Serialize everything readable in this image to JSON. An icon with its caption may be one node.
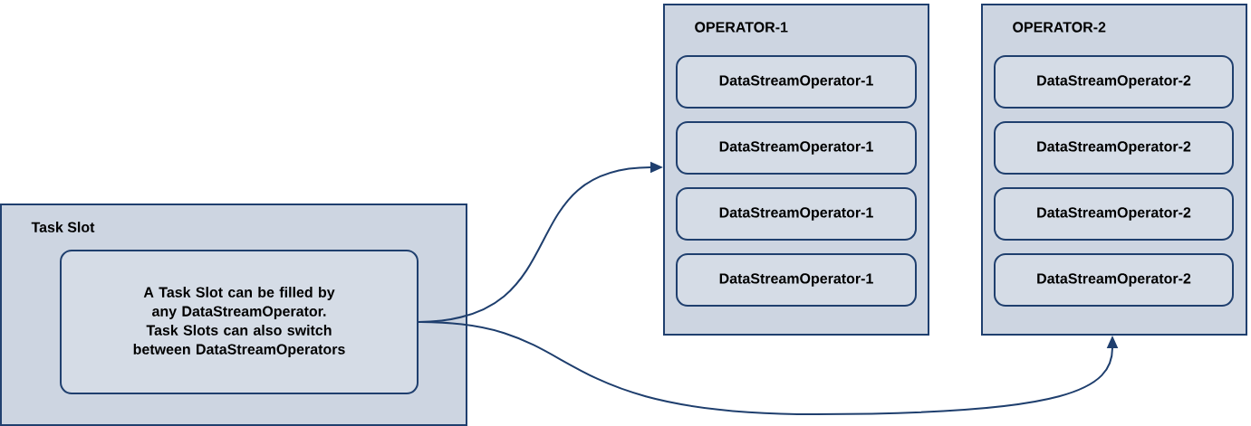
{
  "diagram": {
    "nodes": [
      {
        "text": [
          "Task Slot"
        ]
      },
      {
        "text": [
          "A Task Slot can be filled by any DataStreamOperator. Task Slots can also switch between DataStreamOperators"
        ],
        "in": 0
      },
      {
        "text": [
          "OPERATOR-1"
        ]
      },
      {
        "text": [
          "DataStreamOperator-1"
        ],
        "in": 2
      },
      {
        "text": [
          "DataStreamOperator-1"
        ],
        "in": 2
      },
      {
        "text": [
          "DataStreamOperator-1"
        ],
        "in": 2
      },
      {
        "text": [
          "DataStreamOperator-1"
        ],
        "in": 2
      },
      {
        "text": [
          "OPERATOR-2"
        ]
      },
      {
        "text": [
          "DataStreamOperator-2"
        ],
        "in": 7
      },
      {
        "text": [
          "DataStreamOperator-2"
        ],
        "in": 7
      },
      {
        "text": [
          "DataStreamOperator-2"
        ],
        "in": 7
      },
      {
        "text": [
          "DataStreamOperator-2"
        ],
        "in": 7
      }
    ],
    "edges": [
      {
        "from": 1,
        "to": 2,
        "arrow": "to"
      },
      {
        "from": 1,
        "to": 7,
        "arrow": "to"
      }
    ]
  }
}
